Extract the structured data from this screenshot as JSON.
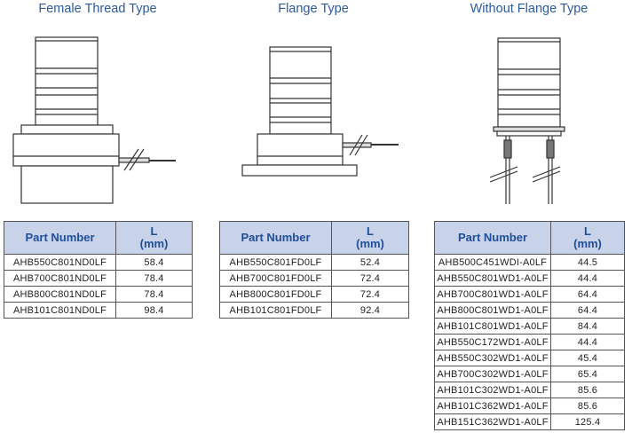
{
  "sections": [
    {
      "title": "Female Thread Type",
      "table": {
        "headers": [
          "Part Number",
          "L",
          "(mm)"
        ],
        "rows": [
          [
            "AHB550C801ND0LF",
            "58.4"
          ],
          [
            "AHB700C801ND0LF",
            "78.4"
          ],
          [
            "AHB800C801ND0LF",
            "78.4"
          ],
          [
            "AHB101C801ND0LF",
            "98.4"
          ]
        ]
      }
    },
    {
      "title": "Flange Type",
      "table": {
        "headers": [
          "Part Number",
          "L",
          "(mm)"
        ],
        "rows": [
          [
            "AHB550C801FD0LF",
            "52.4"
          ],
          [
            "AHB700C801FD0LF",
            "72.4"
          ],
          [
            "AHB800C801FD0LF",
            "72.4"
          ],
          [
            "AHB101C801FD0LF",
            "92.4"
          ]
        ]
      }
    },
    {
      "title": "Without Flange Type",
      "table": {
        "headers": [
          "Part Number",
          "L",
          "(mm)"
        ],
        "rows": [
          [
            "AHB500C451WDI-A0LF",
            "44.5"
          ],
          [
            "AHB550C801WD1-A0LF",
            "44.4"
          ],
          [
            "AHB700C801WD1-A0LF",
            "64.4"
          ],
          [
            "AHB800C801WD1-A0LF",
            "64.4"
          ],
          [
            "AHB101C801WD1-A0LF",
            "84.4"
          ],
          [
            "AHB550C172WD1-A0LF",
            "44.4"
          ],
          [
            "AHB550C302WD1-A0LF",
            "45.4"
          ],
          [
            "AHB700C302WD1-A0LF",
            "65.4"
          ],
          [
            "AHB101C302WD1-A0LF",
            "85.6"
          ],
          [
            "AHB101C362WD1-A0LF",
            "85.6"
          ],
          [
            "AHB151C362WD1-A0LF",
            "125.4"
          ]
        ]
      }
    }
  ],
  "colors": {
    "title": "#2b5aa0",
    "header_bg": "#c8d2e9",
    "header_text": "#1f4e9a"
  }
}
